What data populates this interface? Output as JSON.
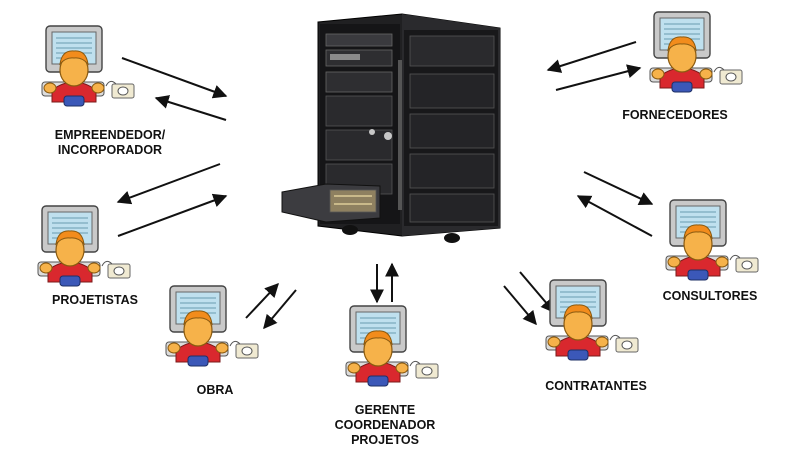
{
  "nodes": {
    "empreendedor": {
      "label": "EMPREENDEDOR/\nINCORPORADOR"
    },
    "projetistas": {
      "label": "PROJETISTAS"
    },
    "obra": {
      "label": "OBRA"
    },
    "gerente": {
      "label": "GERENTE\nCOORDENADOR\nPROJETOS"
    },
    "contratantes": {
      "label": "CONTRATANTES"
    },
    "consultores": {
      "label": "CONSULTORES"
    },
    "fornecedores": {
      "label": "FORNECEDORES"
    }
  },
  "colors": {
    "screen": "#bfe0ee",
    "face": "#f6b24a",
    "hair": "#f28c1c",
    "shirt": "#d9282e",
    "pants": "#3b58b8",
    "rack": "#1b1b1d"
  }
}
